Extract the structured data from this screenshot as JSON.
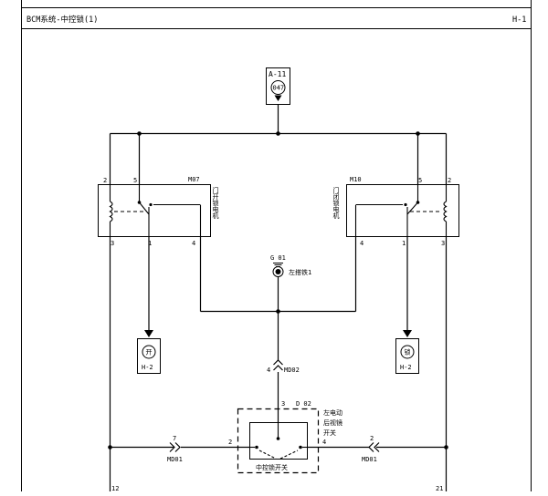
{
  "header": {
    "title": "BCM系统-中控锁(1)",
    "page_ref": "H-1"
  },
  "power_source": {
    "connector": "A-11",
    "fuse": "047"
  },
  "left_actuator": {
    "id": "M07",
    "label": "门开锁电机",
    "pin_top_a": "2",
    "pin_top_b": "5",
    "pin_bottom_a": "3",
    "pin_bottom_b": "1",
    "pin_bottom_c": "4",
    "output_symbol": "开",
    "output_ref": "H-2"
  },
  "right_actuator": {
    "id": "M10",
    "label": "门闭锁电机",
    "pin_top_a": "5",
    "pin_top_b": "2",
    "pin_bottom_a": "4",
    "pin_bottom_b": "1",
    "pin_bottom_c": "3",
    "output_symbol": "锁",
    "output_ref": "H-2"
  },
  "ground": {
    "id": "G 01",
    "label": "左搭铁1"
  },
  "center_connector": {
    "pin": "4",
    "id": "MD02"
  },
  "switch": {
    "pin_top": "3",
    "id": "D 02",
    "desc_line1": "左电动",
    "desc_line2": "后视镜",
    "desc_line3": "开关",
    "name": "中控锁开关",
    "pin_left": "2",
    "pin_right": "4"
  },
  "left_connector": {
    "pin": "7",
    "id": "MD01"
  },
  "right_connector": {
    "pin": "2",
    "id": "MD01"
  },
  "continuations": {
    "left": "12",
    "right": "21"
  }
}
